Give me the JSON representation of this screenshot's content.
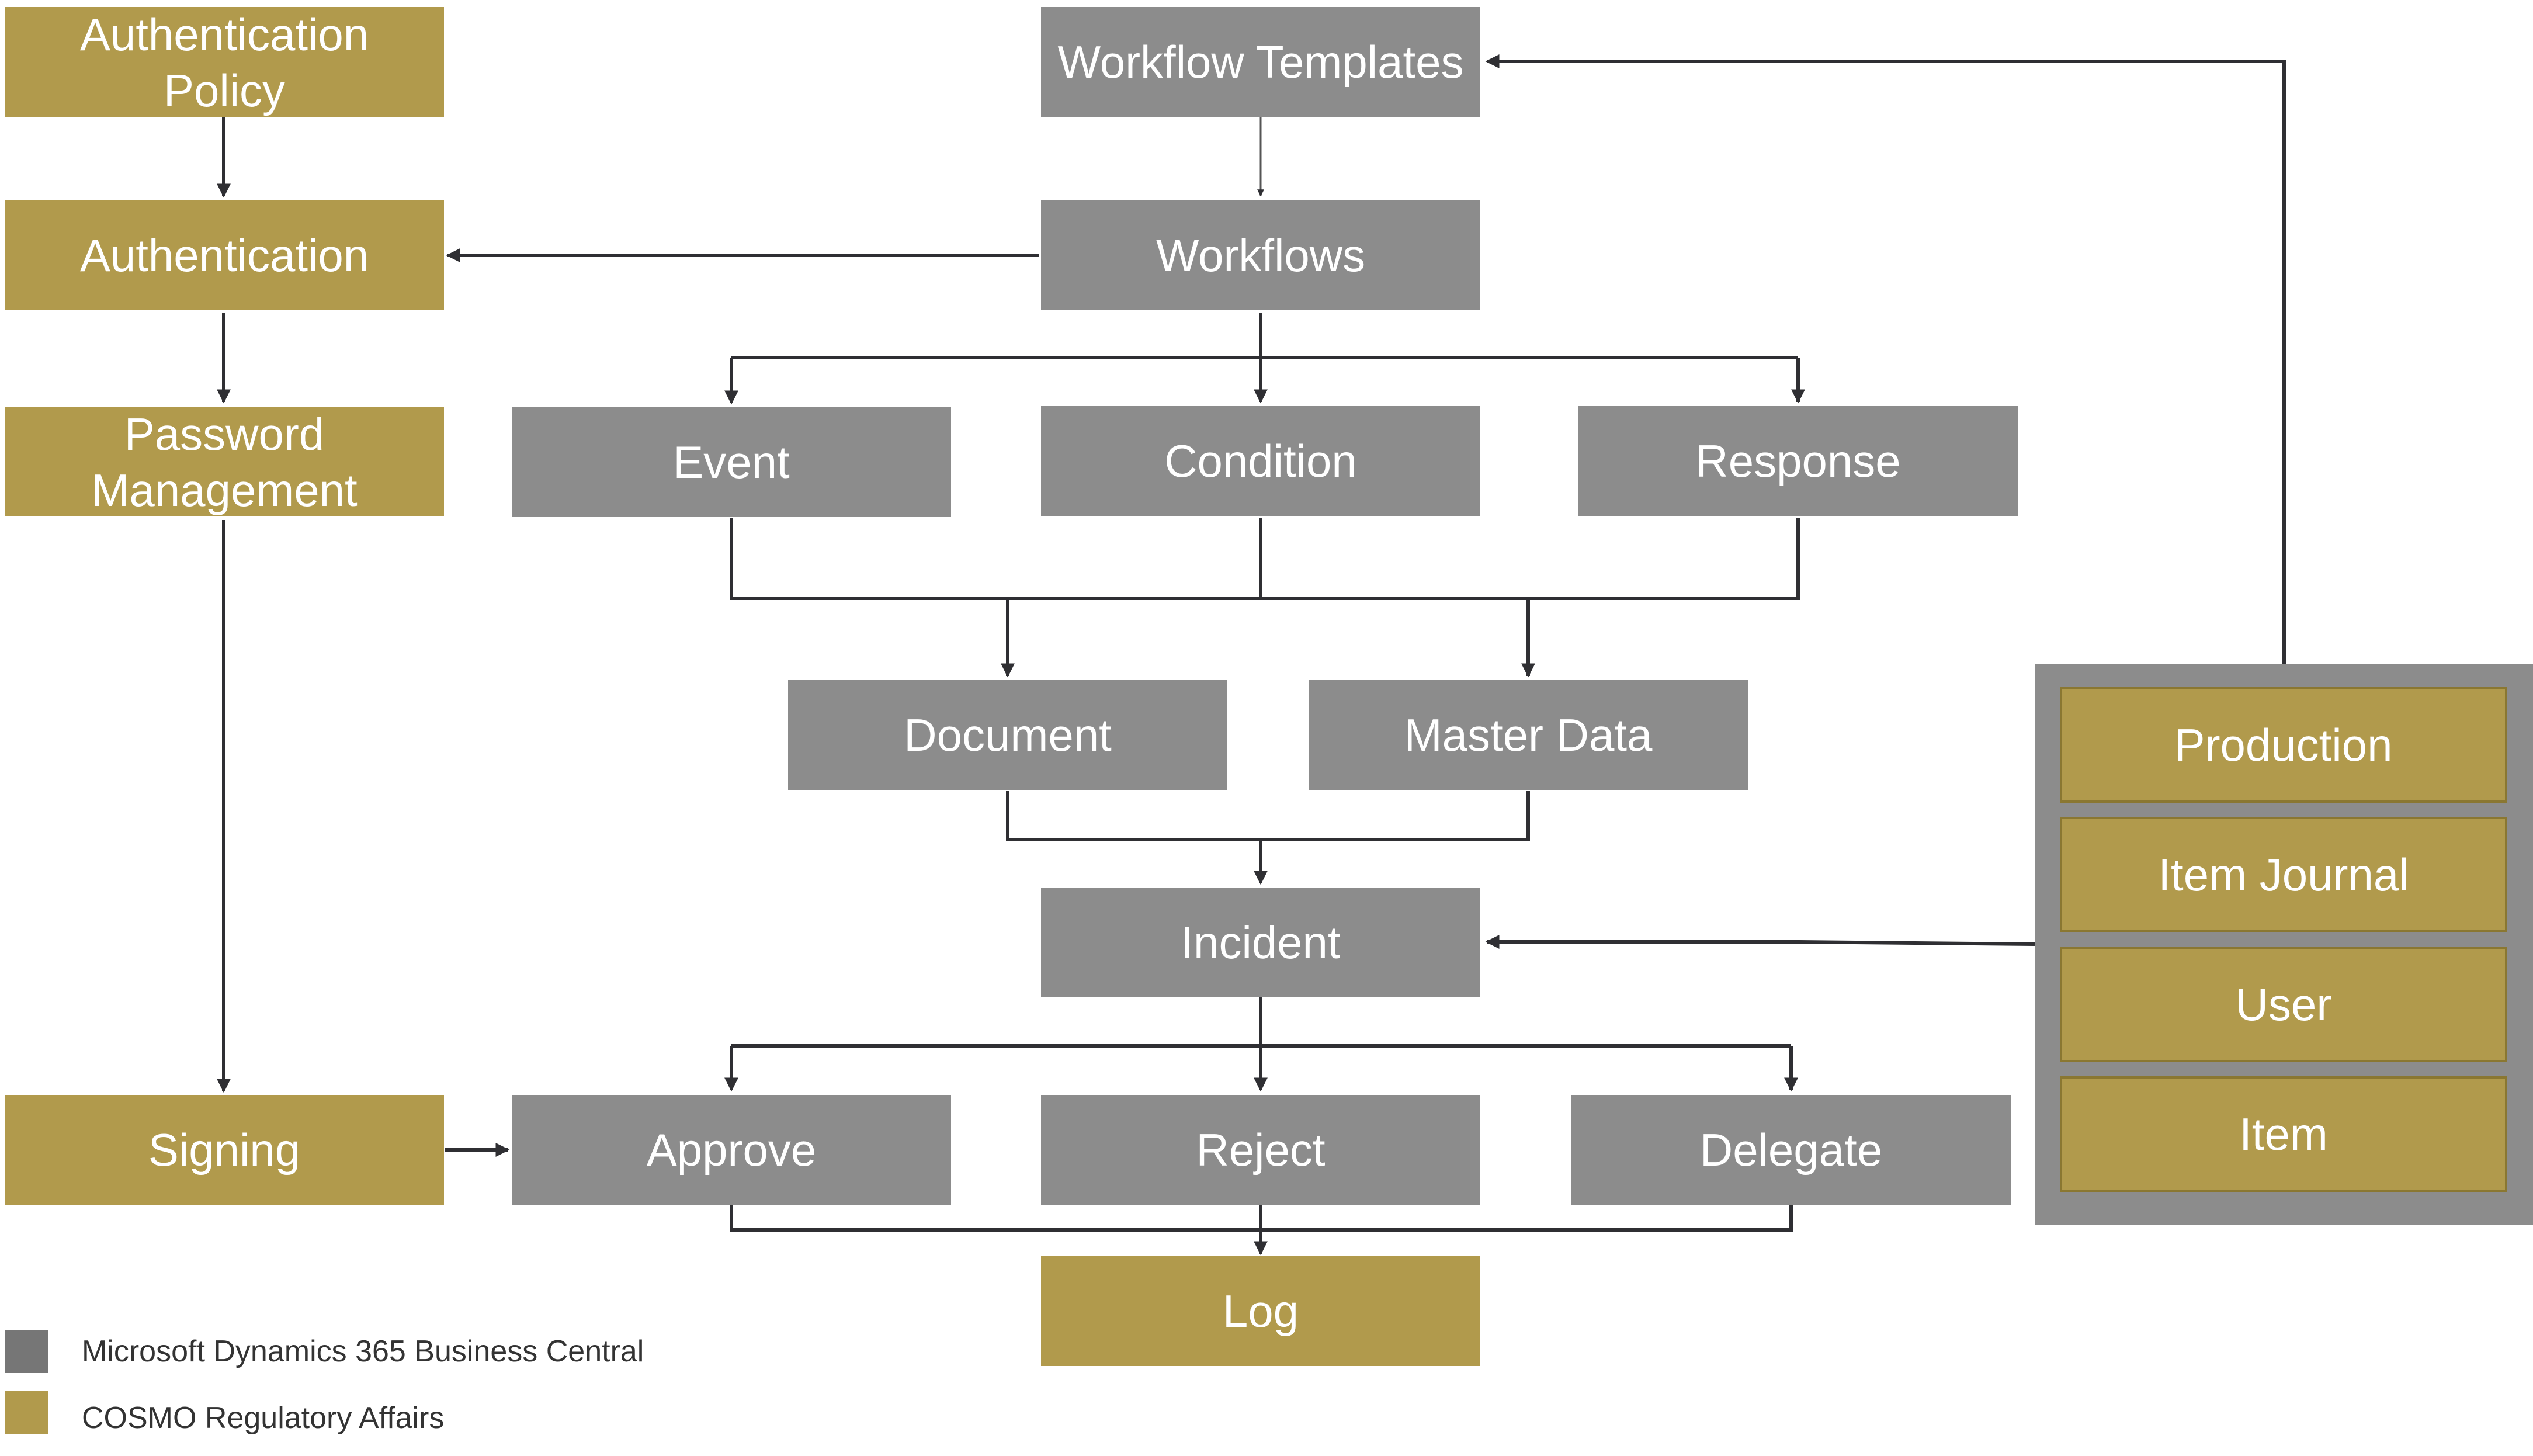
{
  "nodes": {
    "auth_policy": {
      "line1": "Authentication",
      "line2": "Policy"
    },
    "authentication": {
      "label": "Authentication"
    },
    "password_mgmt": {
      "line1": "Password",
      "line2": "Management"
    },
    "signing": {
      "label": "Signing"
    },
    "workflow_templates": {
      "label": "Workflow Templates"
    },
    "workflows": {
      "label": "Workflows"
    },
    "event": {
      "label": "Event"
    },
    "condition": {
      "label": "Condition"
    },
    "response": {
      "label": "Response"
    },
    "document": {
      "label": "Document"
    },
    "master_data": {
      "label": "Master Data"
    },
    "incident": {
      "label": "Incident"
    },
    "approve": {
      "label": "Approve"
    },
    "reject": {
      "label": "Reject"
    },
    "delegate": {
      "label": "Delegate"
    },
    "log": {
      "label": "Log"
    },
    "production": {
      "label": "Production"
    },
    "item_journal": {
      "label": "Item Journal"
    },
    "user": {
      "label": "User"
    },
    "item": {
      "label": "Item"
    }
  },
  "legend": [
    {
      "label": "Microsoft Dynamics 365 Business Central",
      "color": "#767676"
    },
    {
      "label": "COSMO Regulatory Affairs",
      "color": "#b19a4c"
    }
  ],
  "colors": {
    "gray_node": "#8c8c8c",
    "gold_node": "#b19a4c",
    "connector": "#2f2f33"
  }
}
